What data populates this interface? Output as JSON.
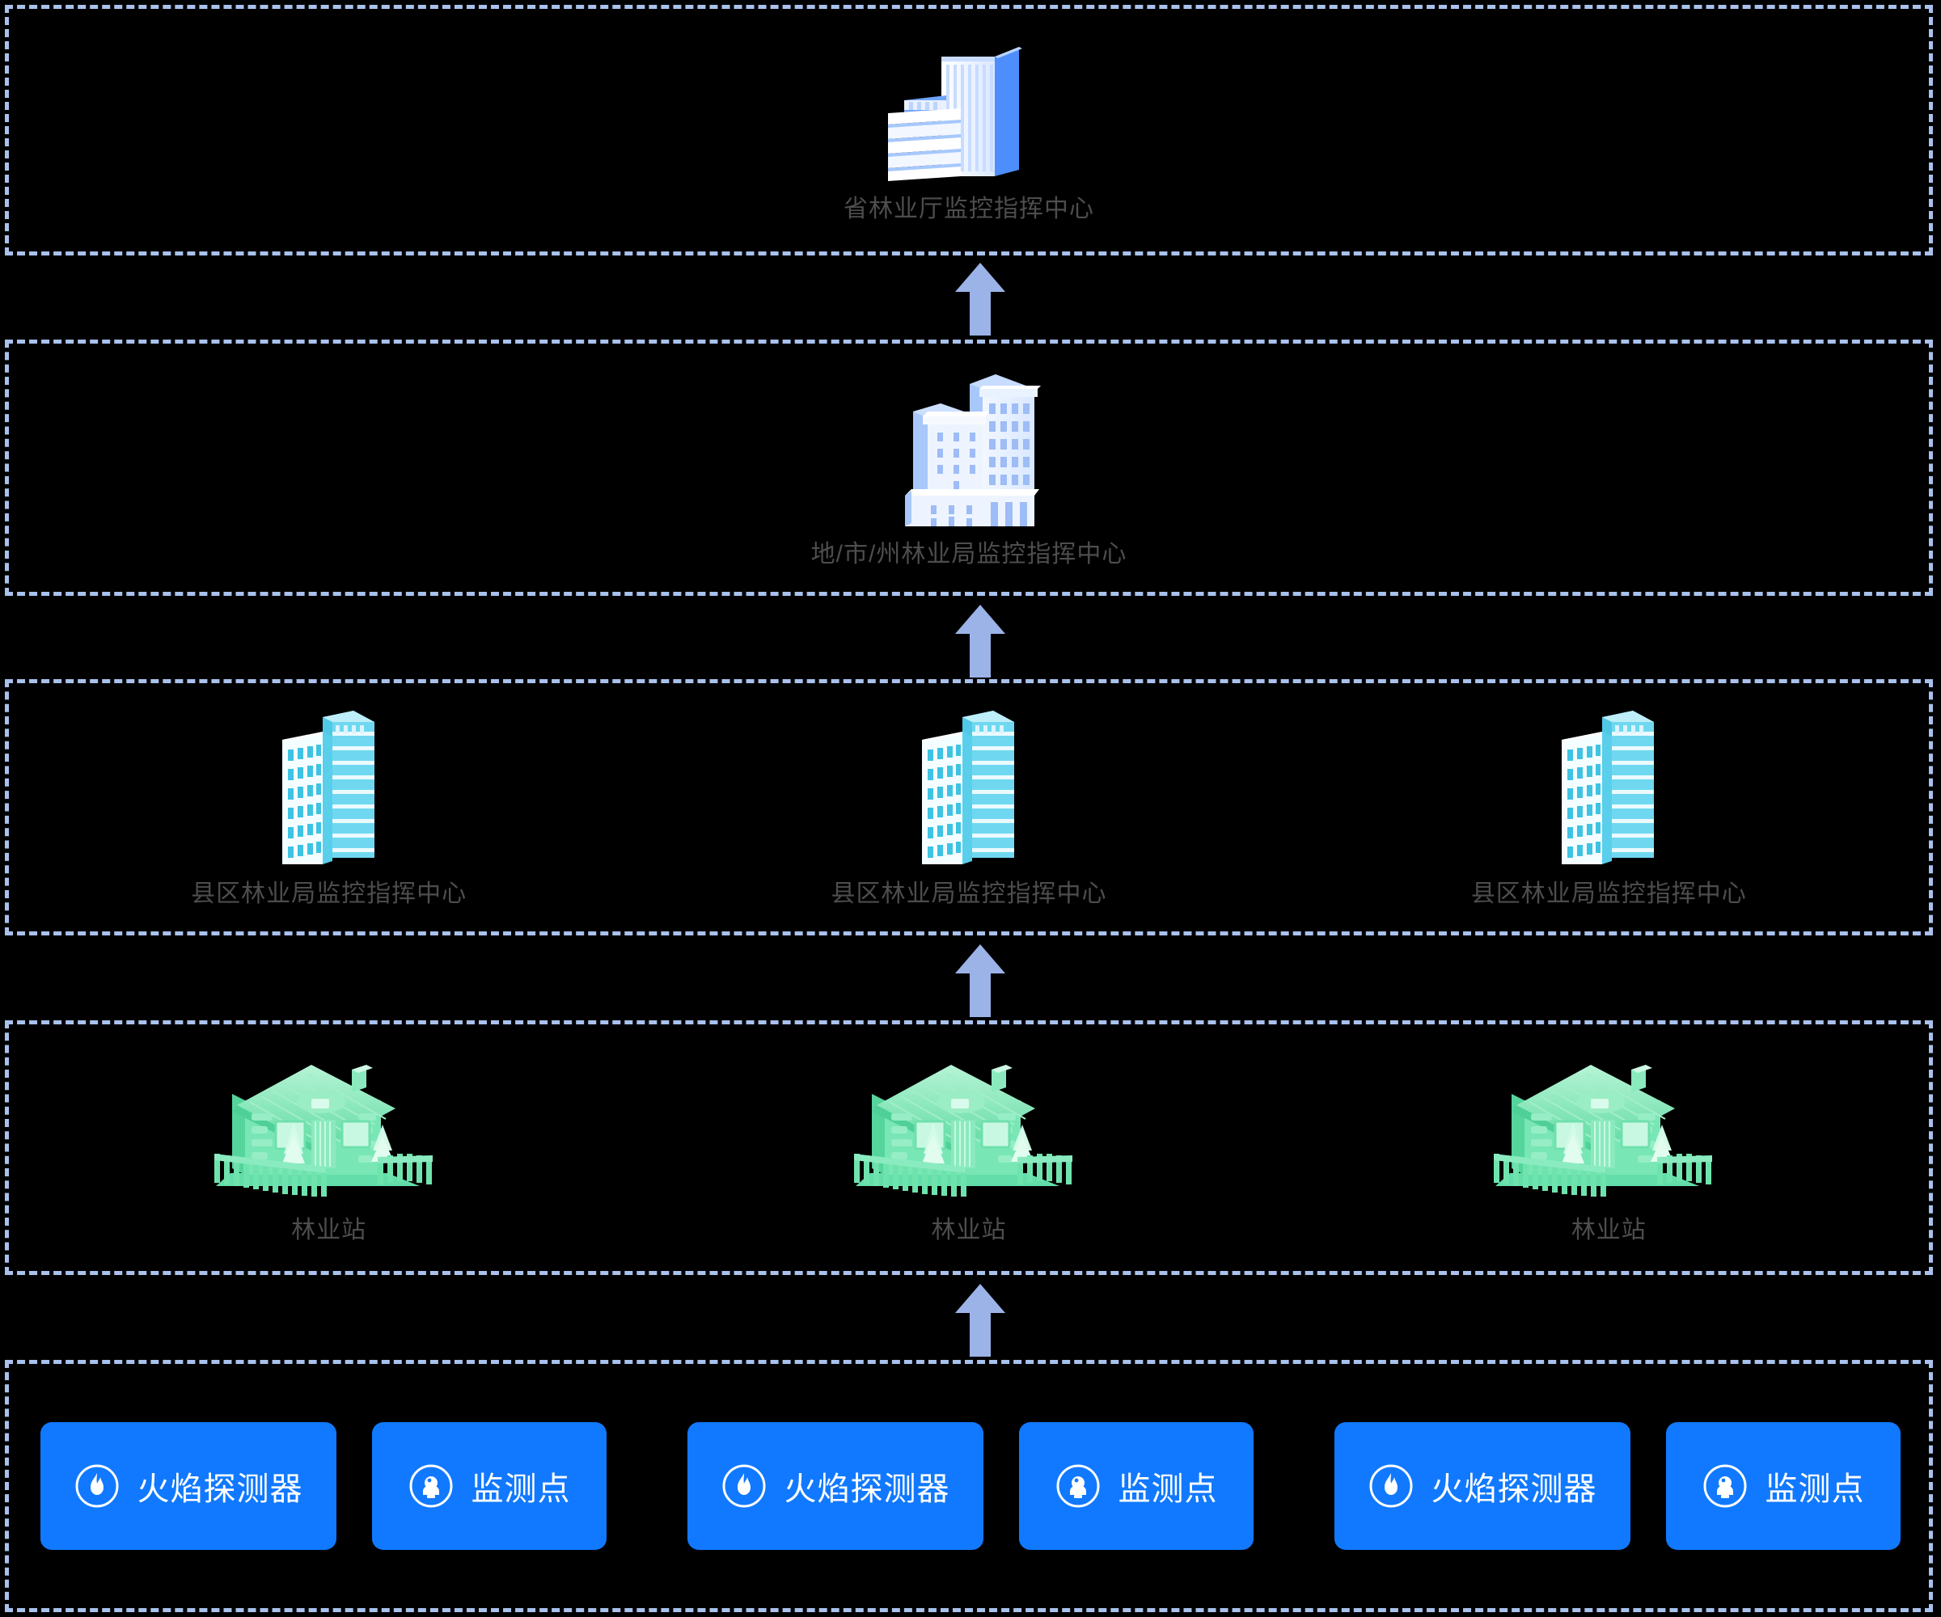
{
  "theme": {
    "background": "#000000",
    "panel_border": "#a9c1ec",
    "arrow_color": "#9cb3e8",
    "label_color": "#4d4d4d",
    "button_bg": "#1179ff",
    "button_text": "#ffffff",
    "building_province": "#7aa7fb",
    "building_city": "#a8c7fb",
    "building_county": "#62d2e8",
    "station_green": "#6fe3ac"
  },
  "tiers": [
    {
      "id": "province",
      "nodes": [
        {
          "label": "省林业厅监控指挥中心",
          "icon": "province-building-icon"
        }
      ]
    },
    {
      "id": "city",
      "nodes": [
        {
          "label": "地/市/州林业局监控指挥中心",
          "icon": "city-building-icon"
        }
      ]
    },
    {
      "id": "county",
      "nodes": [
        {
          "label": "县区林业局监控指挥中心",
          "icon": "county-building-icon"
        },
        {
          "label": "县区林业局监控指挥中心",
          "icon": "county-building-icon"
        },
        {
          "label": "县区林业局监控指挥中心",
          "icon": "county-building-icon"
        }
      ]
    },
    {
      "id": "station",
      "nodes": [
        {
          "label": "林业站",
          "icon": "forestry-station-house-icon"
        },
        {
          "label": "林业站",
          "icon": "forestry-station-house-icon"
        },
        {
          "label": "林业站",
          "icon": "forestry-station-house-icon"
        }
      ]
    },
    {
      "id": "devices",
      "groups": [
        {
          "buttons": [
            {
              "label": "火焰探测器",
              "icon": "flame-detector-icon",
              "size": "wide"
            },
            {
              "label": "监测点",
              "icon": "monitoring-camera-icon",
              "size": "narrow"
            }
          ]
        },
        {
          "buttons": [
            {
              "label": "火焰探测器",
              "icon": "flame-detector-icon",
              "size": "wide"
            },
            {
              "label": "监测点",
              "icon": "monitoring-camera-icon",
              "size": "narrow"
            }
          ]
        },
        {
          "buttons": [
            {
              "label": "火焰探测器",
              "icon": "flame-detector-icon",
              "size": "wide"
            },
            {
              "label": "监测点",
              "icon": "monitoring-camera-icon",
              "size": "narrow"
            }
          ]
        }
      ]
    }
  ],
  "arrows": [
    {
      "from": "city",
      "to": "province",
      "direction": "up"
    },
    {
      "from": "county",
      "to": "city",
      "direction": "up"
    },
    {
      "from": "station",
      "to": "county",
      "direction": "up"
    },
    {
      "from": "devices",
      "to": "station",
      "direction": "up"
    }
  ]
}
